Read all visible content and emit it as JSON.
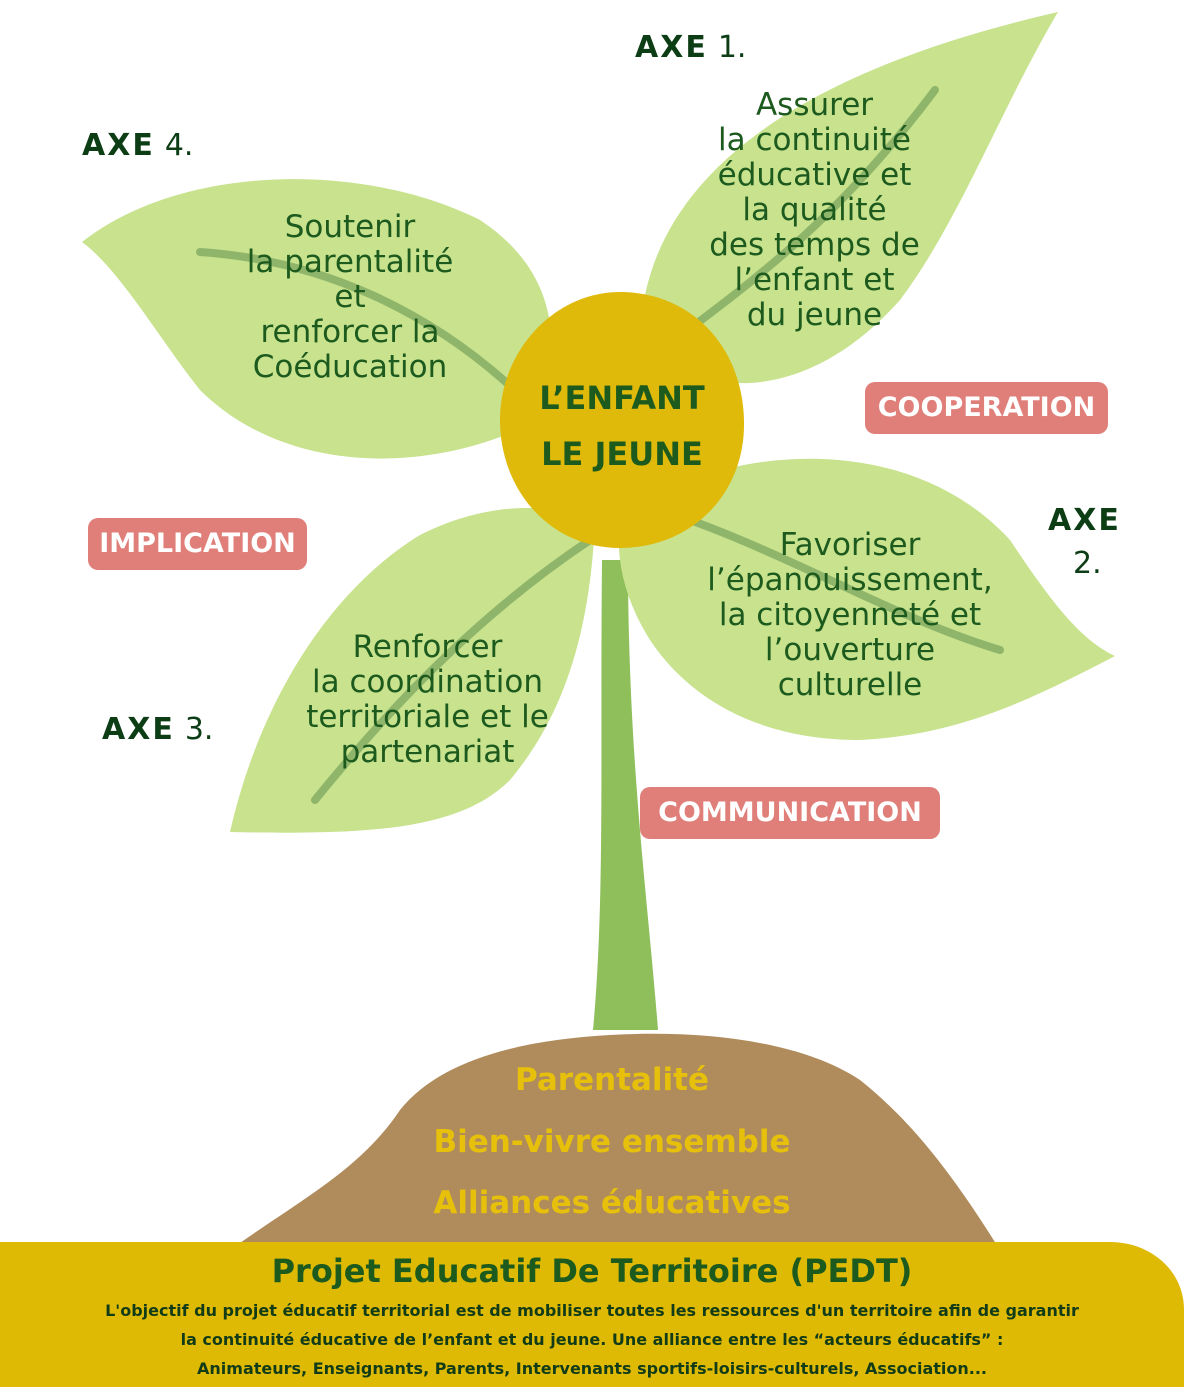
{
  "colors": {
    "leaf": "#c8e28e",
    "leaf_vein": "#8fb56a",
    "stem": "#8fbf5a",
    "center": "#e0ba0a",
    "pill": "#e07f79",
    "soil": "#b08c5c",
    "footer": "#dfba05",
    "text_green": "#1d5a1e",
    "mound_text": "#e6c00a"
  },
  "center": {
    "line1": "L’ENFANT",
    "line2": "LE JEUNE"
  },
  "axes": {
    "axe1": {
      "label": "AXE",
      "number": "1.",
      "text": [
        "Assurer",
        "la continuité",
        "éducative et",
        "la qualité",
        "des temps de",
        "l’enfant et",
        "du jeune"
      ]
    },
    "axe2": {
      "label": "AXE",
      "number": "2.",
      "text": [
        "Favoriser",
        "l’épanouissement,",
        "la citoyenneté et",
        "l’ouverture",
        "culturelle"
      ]
    },
    "axe3": {
      "label": "AXE",
      "number": "3.",
      "text": [
        "Renforcer",
        "la coordination",
        "territoriale et le",
        "partenariat"
      ]
    },
    "axe4": {
      "label": "AXE",
      "number": "4.",
      "text": [
        "Soutenir",
        "la parentalité",
        "et",
        "renforcer la",
        "Coéducation"
      ]
    }
  },
  "pills": {
    "cooperation": "COOPERATION",
    "implication": "IMPLICATION",
    "communication": "COMMUNICATION"
  },
  "mound": {
    "line1": "Parentalité",
    "line2": "Bien-vivre ensemble",
    "line3": "Alliances éducatives"
  },
  "footer": {
    "title": "Projet Educatif De Territoire (PEDT)",
    "line1": "L'objectif du projet éducatif territorial est de mobiliser toutes les ressources d'un territoire afin de garantir",
    "line2": "la continuité éducative de l’enfant et du jeune. Une alliance entre les “acteurs éducatifs” :",
    "line3": "Animateurs, Enseignants, Parents, Intervenants sportifs-loisirs-culturels, Association..."
  }
}
